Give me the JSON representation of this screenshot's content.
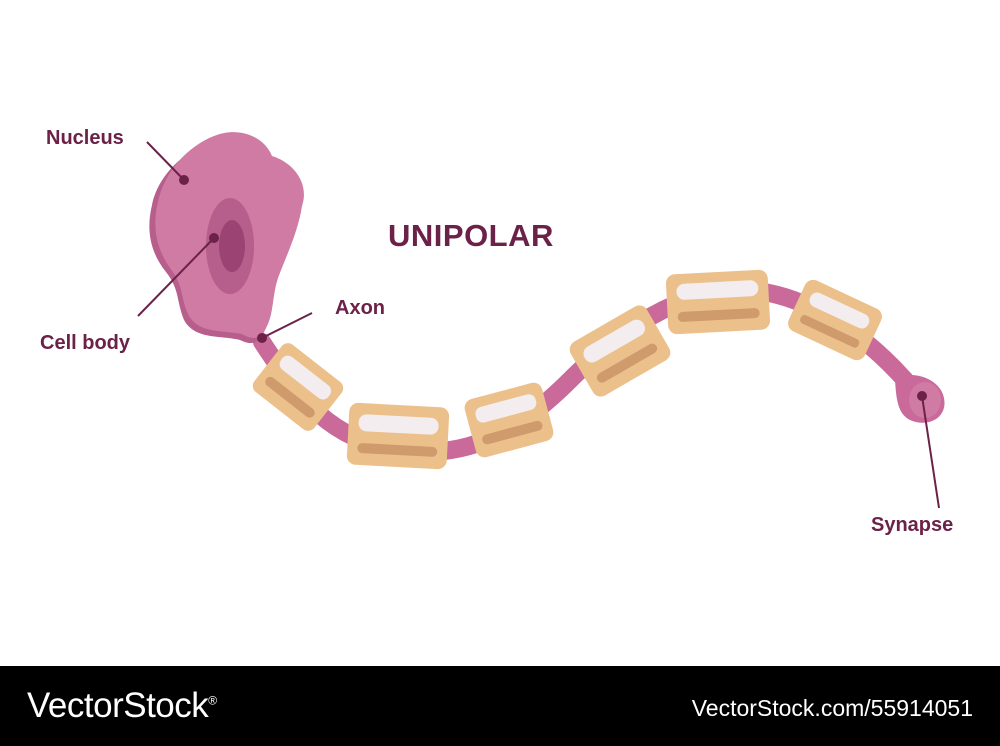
{
  "diagram": {
    "title": "UNIPOLAR",
    "labels": {
      "nucleus": "Nucleus",
      "cell_body": "Cell body",
      "axon": "Axon",
      "synapse": "Synapse"
    },
    "colors": {
      "label_text": "#6b2148",
      "cell_body": "#cf7ba4",
      "cell_body_shadow": "#b75e8d",
      "nucleus_outer": "#b65e8c",
      "nucleus_inner": "#9b4473",
      "axon": "#c96a9b",
      "myelin_outer": "#ecc08b",
      "myelin_inner_light": "#f3edef",
      "myelin_inner_dark": "#cf9a6c",
      "leader_line": "#6b2148"
    }
  },
  "footer": {
    "brand": "VectorStock",
    "registered_mark": "®",
    "image_id": "VectorStock.com/55914051"
  }
}
